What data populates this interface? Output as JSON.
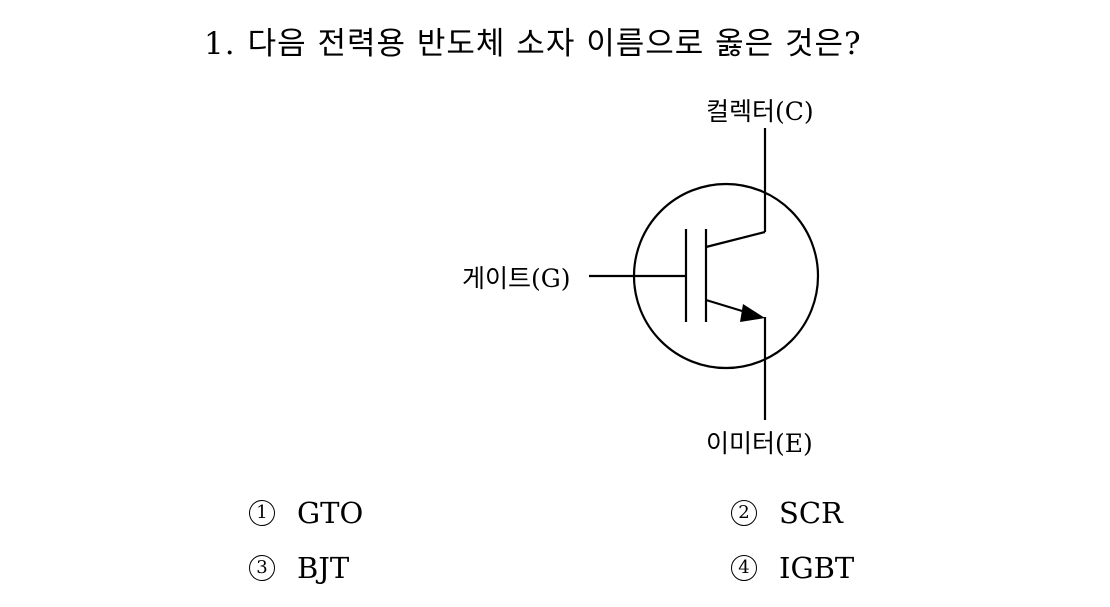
{
  "question": {
    "number": "1.",
    "text": "다음 전력용 반도체 소자 이름으로 옳은 것은?"
  },
  "diagram": {
    "collector_label": "컬렉터(C)",
    "gate_label": "게이트(G)",
    "emitter_label": "이미터(E)"
  },
  "options": [
    {
      "marker": "1",
      "text": "GTO"
    },
    {
      "marker": "2",
      "text": "SCR"
    },
    {
      "marker": "3",
      "text": "BJT"
    },
    {
      "marker": "4",
      "text": "IGBT"
    }
  ]
}
